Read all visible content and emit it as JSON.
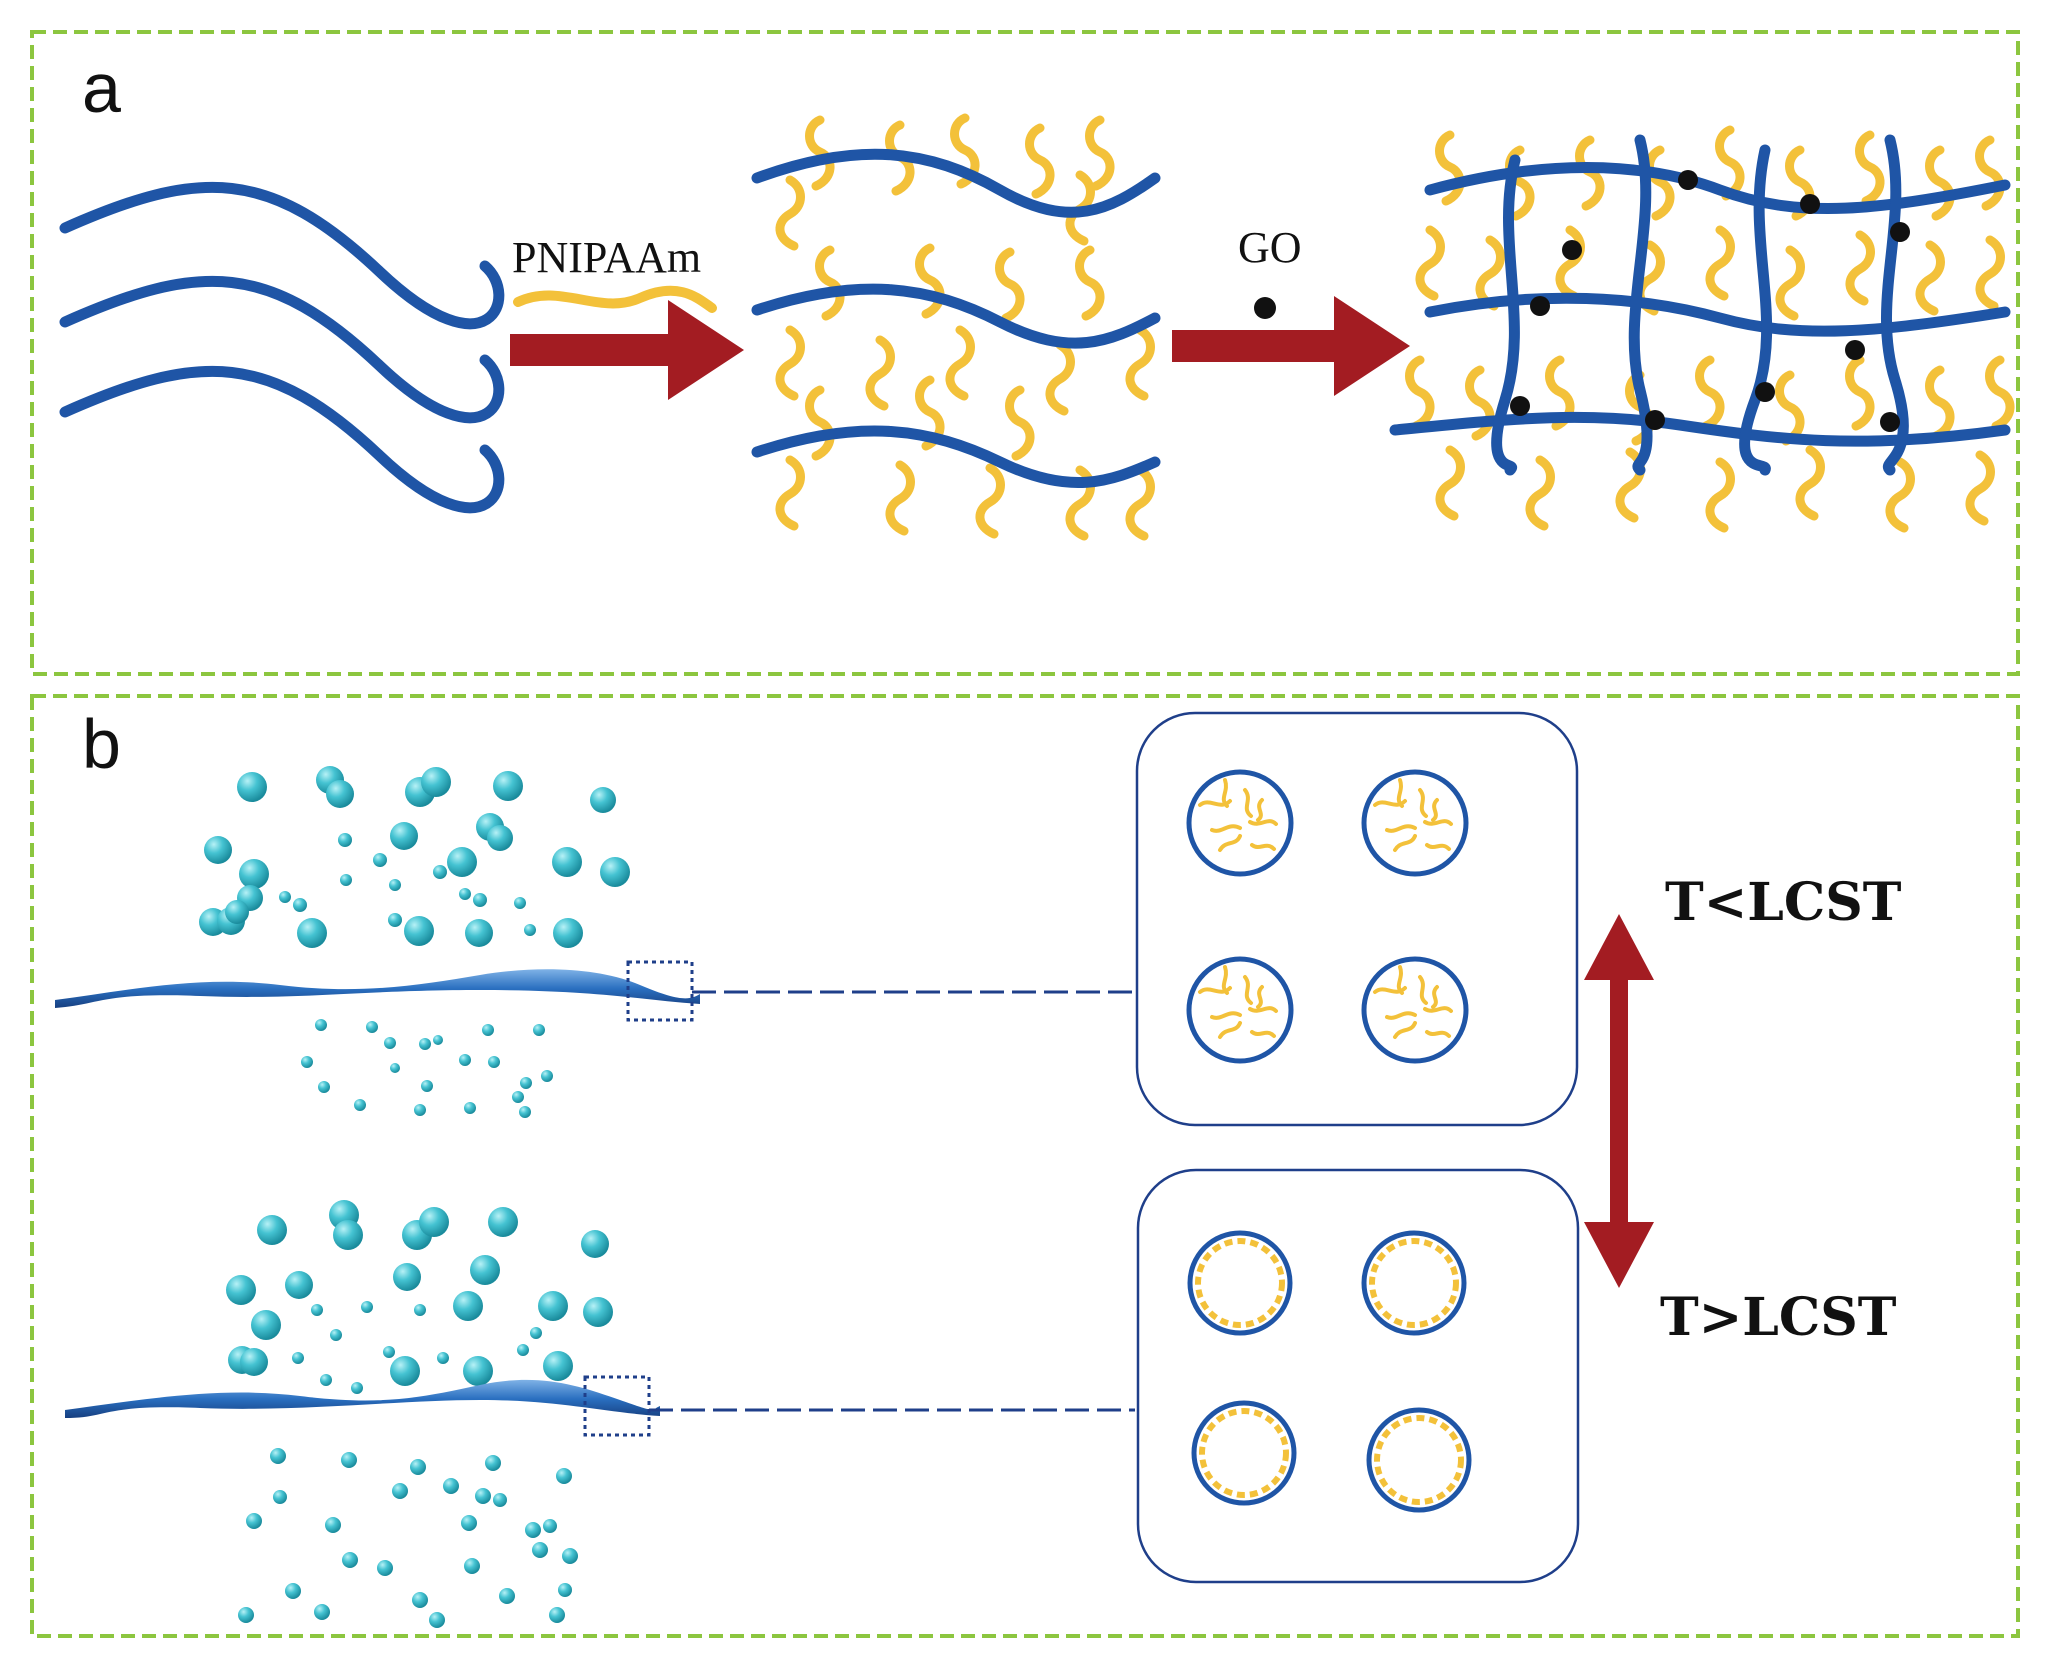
{
  "panels": {
    "a": {
      "letter": "a"
    },
    "b": {
      "letter": "b"
    }
  },
  "labels": {
    "pnipaam": "PNIPAAm",
    "go": "GO",
    "below_lcst": "T<LCST",
    "above_lcst": "T>LCST"
  },
  "colors": {
    "frame_border": "#8cc63f",
    "backbone_blue": "#1f55a6",
    "graft_yellow": "#f3c13a",
    "arrow_red": "#a31c22",
    "go_dot": "#111111",
    "droplet_teal": "#37b8c8"
  }
}
